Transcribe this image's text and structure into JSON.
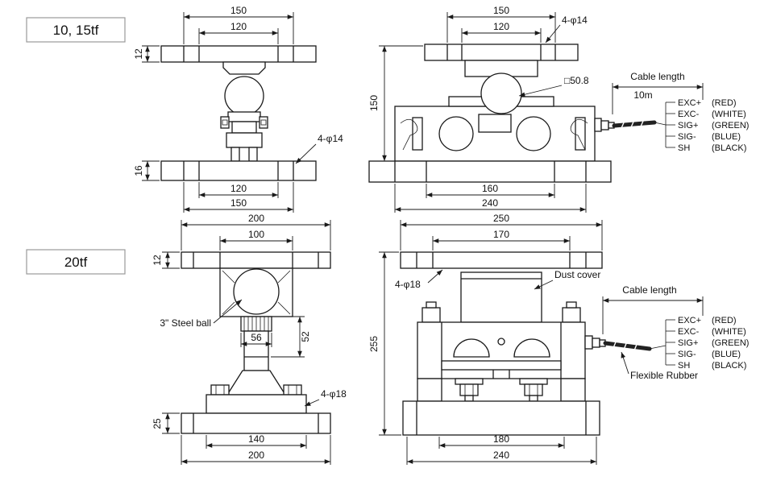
{
  "models": {
    "top": "10, 15tf",
    "bottom": "20tf"
  },
  "views": {
    "a_front_10_15": {
      "top_width_outer": "150",
      "top_width_inner": "120",
      "top_plate_thickness": "12",
      "bottom_plate_thickness": "16",
      "bottom_width_inner": "120",
      "bottom_width_outer": "150",
      "bolt_holes": "4-φ14"
    },
    "b_side_10_15": {
      "top_width_outer": "150",
      "top_width_inner": "120",
      "bolt_holes": "4-φ14",
      "ball_square": "□50.8",
      "cable_length_label": "Cable length",
      "cable_length_value": "10m",
      "overall_height": "150",
      "bottom_width_inner": "160",
      "bottom_width_outer": "240"
    },
    "c_front_20": {
      "top_width_outer": "200",
      "top_width_inner": "100",
      "top_plate_thickness": "12",
      "steel_ball": "3\" Steel ball",
      "coupling_width": "56",
      "coupling_height": "52",
      "bolt_holes": "4-φ18",
      "bottom_plate_thickness": "25",
      "bottom_width_inner": "140",
      "bottom_width_outer": "200"
    },
    "d_side_20": {
      "top_width_outer": "250",
      "top_width_inner": "170",
      "bolt_holes": "4-φ18",
      "dust_cover": "Dust cover",
      "cable_length_label": "Cable length",
      "overall_height": "255",
      "flexible_rubber": "Flexible Rubber",
      "bottom_width_inner": "180",
      "bottom_width_outer": "240"
    }
  },
  "wiring": [
    {
      "signal": "EXC+",
      "color": "(RED)"
    },
    {
      "signal": "EXC-",
      "color": "(WHITE)"
    },
    {
      "signal": "SIG+",
      "color": "(GREEN)"
    },
    {
      "signal": "SIG-",
      "color": "(BLUE)"
    },
    {
      "signal": "SH",
      "color": "(BLACK)"
    }
  ]
}
